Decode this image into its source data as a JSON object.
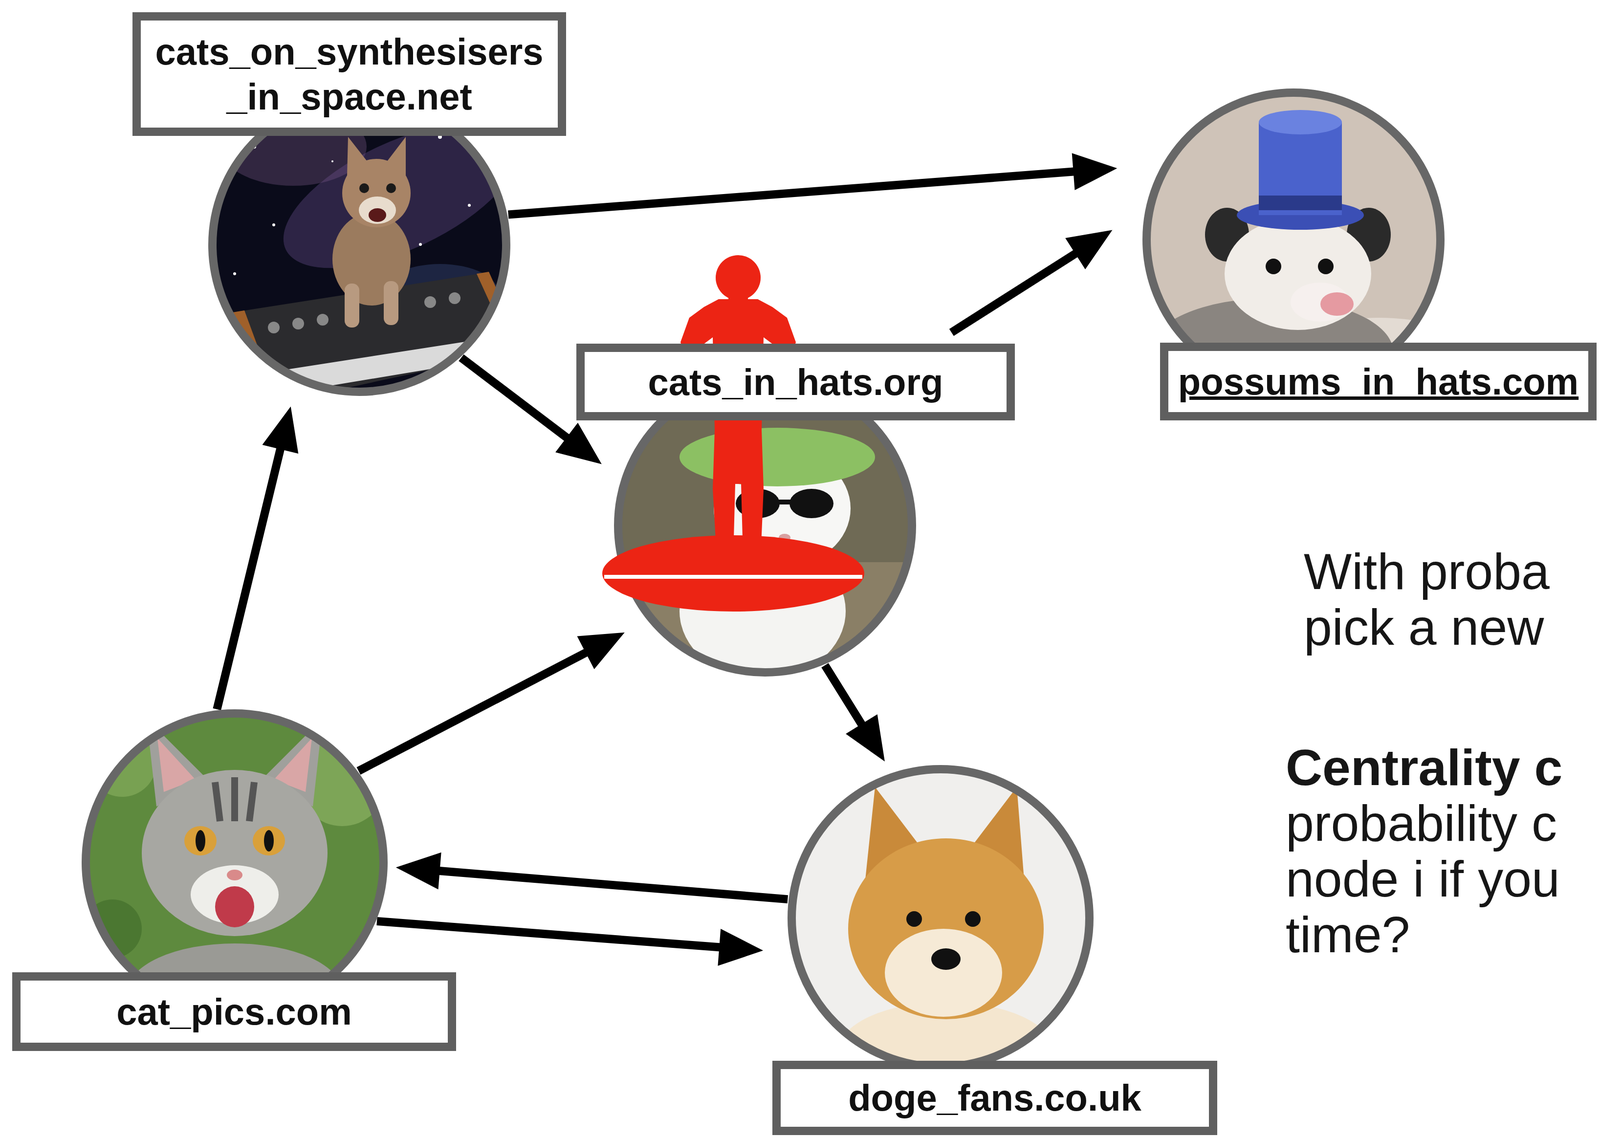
{
  "diagram": {
    "nodes": [
      {
        "text": [
          "cats_on_synthesisers _in_space.net"
        ]
      },
      {
        "text": [
          "possums_in_hats.com"
        ]
      },
      {
        "text": [
          "cats_in_hats.org"
        ]
      },
      {
        "text": [
          "cat_pics.com"
        ]
      },
      {
        "text": [
          "doge_fans.co.uk"
        ]
      }
    ],
    "edges": [
      {
        "from": 0,
        "to": 1,
        "arrow": "to"
      },
      {
        "from": 0,
        "to": 2,
        "arrow": "to"
      },
      {
        "from": 2,
        "to": 1,
        "arrow": "to"
      },
      {
        "from": 3,
        "to": 0,
        "arrow": "to"
      },
      {
        "from": 3,
        "to": 2,
        "arrow": "to"
      },
      {
        "from": 2,
        "to": 4,
        "arrow": "to"
      },
      {
        "from": 4,
        "to": 3,
        "arrow": "to"
      },
      {
        "from": 3,
        "to": 4,
        "arrow": "to"
      }
    ],
    "labels": [
      "With proba pick a new",
      "Centrality c",
      "probability c node i if you time?"
    ]
  }
}
